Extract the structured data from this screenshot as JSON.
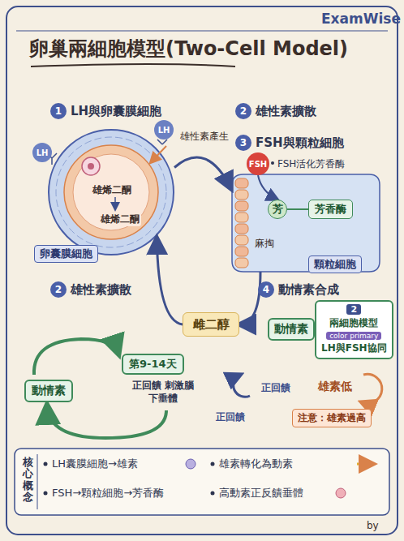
{
  "diagram": {
    "title": "卵巢兩細胞模型(Two-Cell Model)",
    "nodes": [
      {
        "text": [
          "卵囊膜細胞"
        ]
      },
      {
        "text": [
          "顆粒細胞"
        ]
      },
      {
        "text": [
          "芳"
        ],
        "in": 1
      },
      {
        "text": [
          "芳香酶"
        ],
        "in": 1
      },
      {
        "text": [
          "雌二醇"
        ]
      },
      {
        "text": [
          "動情素"
        ]
      },
      {
        "text": [
          "2",
          "兩細胞模型",
          "color primary",
          "LH與FSH協同"
        ]
      },
      {
        "text": [
          "動情素"
        ]
      },
      {
        "text": [
          "第9-14天"
        ]
      },
      {
        "text": [
          "雄素低"
        ]
      },
      {
        "text": [
          "注意：雄素過高"
        ]
      },
      {
        "text": [
          "核心概念",
          "LH囊膜細胞→雄素",
          "雄素轉化為動素",
          "FSH→顆粒細胞→芳香酶",
          "高動素正反饋垂體"
        ]
      },
      {
        "text": [
          "FSH"
        ]
      },
      {
        "text": [
          "LH"
        ]
      },
      {
        "text": [
          "LH"
        ]
      }
    ],
    "edges": [
      {
        "from": 0,
        "to": 1,
        "arrow": "to"
      },
      {
        "from": 1,
        "to": 4,
        "arrow": "to"
      },
      {
        "from": 4,
        "to": 0,
        "arrow": "to"
      },
      {
        "from": 12,
        "to": 2,
        "arrow": "to"
      },
      {
        "from": 2,
        "to": 3,
        "arrow": "none"
      }
    ],
    "labels": [
      "ExamWise",
      "1",
      "LH與卵囊膜細胞",
      "2",
      "雄性素擴散",
      "3",
      "FSH與顆粒細胞",
      "FSH活化芳香酶",
      "雄性素產生",
      "雄烯二酮",
      "雄烯二酮",
      "麻掏",
      "2",
      "雄性素擴散",
      "4",
      "動情素合成",
      "正回饋 刺激腦下垂體",
      "正回饋",
      "正回饋",
      "by"
    ]
  }
}
